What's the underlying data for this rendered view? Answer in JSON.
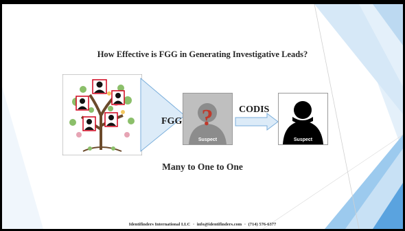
{
  "slide": {
    "title": "How Effective is FGG in Generating Investigative Leads?",
    "fgg_label": "FGG",
    "codis_label": "CODIS",
    "suspect_unknown_label": "Suspect",
    "suspect_identified_label": "Suspect",
    "question_mark": "?",
    "subtitle": "Many to One to One"
  },
  "footer": {
    "company": "Identifinders International LLC",
    "separator": "·",
    "email": "info@identifinders.com",
    "phone": "(714) 576-6377"
  },
  "colors": {
    "accent_light": "#cfe3f5",
    "accent_mid": "#8fc0ea",
    "accent_dark": "#5aa3df",
    "question_red": "#c0392b",
    "frame_red": "#d0021b"
  }
}
